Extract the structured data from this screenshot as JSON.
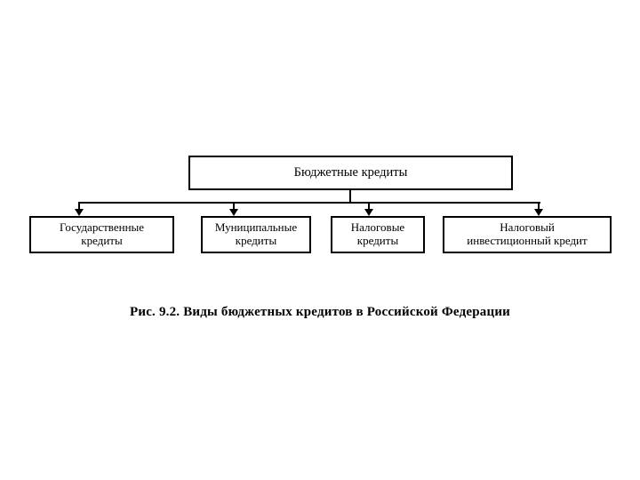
{
  "figure": {
    "caption": "Рис. 9.2. Виды бюджетных кредитов в Российской Федерации",
    "background_color": "#ffffff",
    "line_color": "#000000",
    "text_color": "#000000"
  },
  "diagram": {
    "type": "tree",
    "root": {
      "label": "Бюджетные кредиты"
    },
    "children": [
      {
        "label": "Государственные\nкредиты"
      },
      {
        "label": "Муниципальные\nкредиты"
      },
      {
        "label": "Налоговые\nкредиты"
      },
      {
        "label": "Налоговый\nинвестиционный кредит"
      }
    ]
  }
}
